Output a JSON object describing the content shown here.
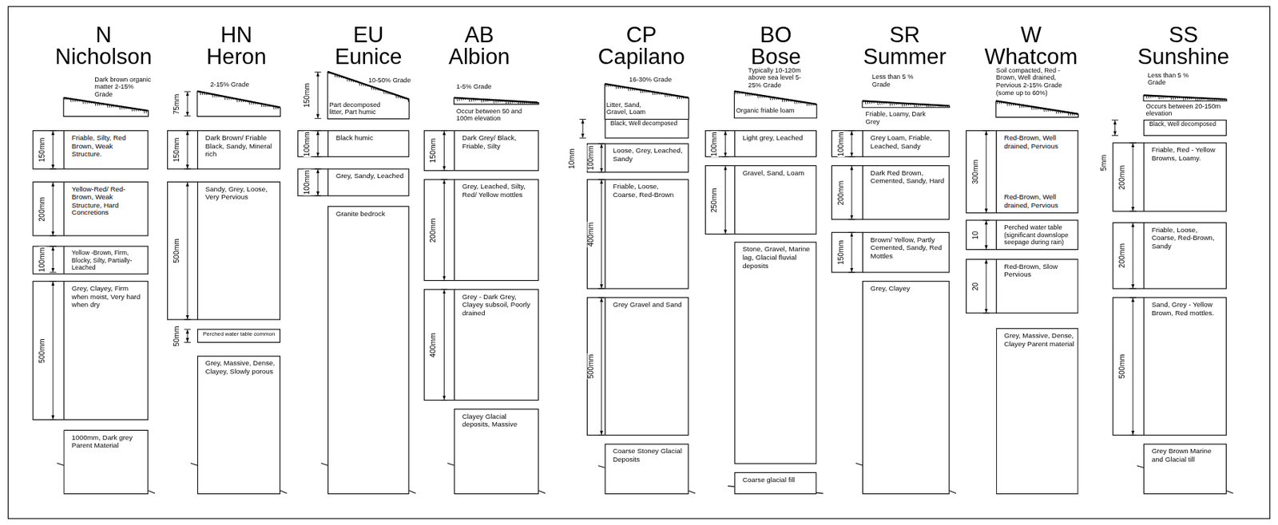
{
  "diagram": {
    "nodes": [
      {
        "text": [
          "Friable, Silty, Red Brown, Weak Structure."
        ]
      },
      {
        "text": [
          "Yellow-Red/ Red-Brown, Weak Structure, Hard Concretions"
        ]
      },
      {
        "text": [
          "Yellow -Brown, Firm, Blocky, Silty, Partially-Leached"
        ]
      },
      {
        "text": [
          "Grey, Clayey, Firm when moist, Very hard when dry"
        ]
      },
      {
        "text": [
          "1000mm, Dark grey Parent Material"
        ]
      },
      {
        "text": [
          "Dark Brown/ Friable Black, Sandy, Mineral rich"
        ]
      },
      {
        "text": [
          "Sandy, Grey, Loose, Very Pervious"
        ]
      },
      {
        "text": [
          "Perched water table common"
        ]
      },
      {
        "text": [
          "Grey, Massive, Dense, Clayey, Slowly porous"
        ]
      },
      {
        "text": [
          "Black humic"
        ]
      },
      {
        "text": [
          "Grey, Sandy, Leached"
        ]
      },
      {
        "text": [
          "Granite bedrock"
        ]
      },
      {
        "text": [
          "Dark Grey/ Black, Friable, Silty"
        ]
      },
      {
        "text": [
          "Grey, Leached, Silty, Red/ Yellow mottles"
        ]
      },
      {
        "text": [
          "Grey - Dark Grey, Clayey subsoil, Poorly drained"
        ]
      },
      {
        "text": [
          "Clayey Glacial deposits, Massive"
        ]
      },
      {
        "text": [
          "Black, Well decomposed"
        ]
      },
      {
        "text": [
          "Loose, Grey, Leached, Sandy"
        ]
      },
      {
        "text": [
          "Friable, Loose, Coarse, Red-Brown"
        ]
      },
      {
        "text": [
          "Grey Gravel and Sand"
        ]
      },
      {
        "text": [
          "Coarse Stoney Glacial Deposits"
        ]
      },
      {
        "text": [
          "Light grey, Leached"
        ]
      },
      {
        "text": [
          "Gravel, Sand, Loam"
        ]
      },
      {
        "text": [
          "Stone, Gravel, Marine lag, Glacial fluvial deposits"
        ]
      },
      {
        "text": [
          "Coarse glacial fill"
        ]
      },
      {
        "text": [
          "Grey Loam, Friable, Leached, Sandy"
        ]
      },
      {
        "text": [
          "Dark Red Brown, Cemented, Sandy, Hard"
        ]
      },
      {
        "text": [
          "Brown/ Yellow, Partly Cemented, Sandy, Red Mottles"
        ]
      },
      {
        "text": [
          "Grey, Clayey"
        ]
      },
      {
        "text": [
          "Red-Brown, Well drained, Pervious",
          "Red-Brown, Well drained, Pervious"
        ]
      },
      {
        "text": [
          "Perched water table (significant downslope seepage during rain)"
        ]
      },
      {
        "text": [
          "Red-Brown, Slow Pervious"
        ]
      },
      {
        "text": [
          "Grey, Massive, Dense, Clayey Parent material"
        ]
      },
      {
        "text": [
          "Black, Well decomposed"
        ]
      },
      {
        "text": [
          "Friable, Red - Yellow Browns, Loamy."
        ]
      },
      {
        "text": [
          "Friable, Loose, Coarse, Red-Brown, Sandy"
        ]
      },
      {
        "text": [
          "Sand, Grey - Yellow Brown, Red mottles."
        ]
      },
      {
        "text": [
          "Grey Brown Marine and Glacial till"
        ]
      }
    ],
    "labels": [
      "N",
      "Nicholson",
      "Dark brown organic matter 2-15% Grade",
      "150mm",
      "200mm",
      "100mm",
      "500mm",
      "HN",
      "Heron",
      "2-15% Grade",
      "75mm",
      "150mm",
      "500mm",
      "50mm",
      "EU",
      "Eunice",
      "10-50% Grade",
      "Part decomposed litter, Part humic",
      "150mm",
      "100mm",
      "100mm",
      "AB",
      "Albion",
      "1-5% Grade",
      "Occur between 50 and 100m elevation",
      "150mm",
      "200mm",
      "400mm",
      "CP",
      "Capilano",
      "16-30% Grade",
      "Litter, Sand, Gravel, Loam",
      "10mm",
      "100mm",
      "400mm",
      "500mm",
      "BO",
      "Bose",
      "Typically 10-120m above sea level 5-25% Grade",
      "Organic friable loam",
      "100mm",
      "250mm",
      "SR",
      "Summer",
      "Less than 5 % Grade",
      "Friable, Loamy, Dark Grey",
      "100mm",
      "200mm",
      "150mm",
      "W",
      "Whatcom",
      "Soil compacted, Red - Brown, Well drained, Pervious 2-15% Grade (some up to 60%)",
      "300mm",
      "10",
      "20",
      "SS",
      "Sunshine",
      "Less than 5 % Grade",
      "Occurs between 20-150m elevation",
      "5mm",
      "200mm",
      "200mm",
      "500mm"
    ]
  }
}
